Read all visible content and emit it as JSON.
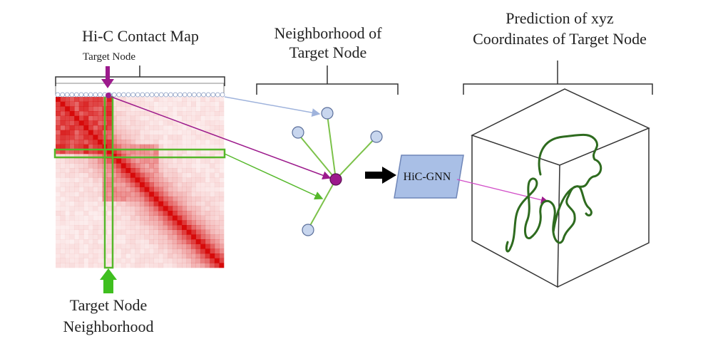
{
  "labels": {
    "contact_map_title": "Hi-C Contact Map",
    "target_node": "Target Node",
    "neighborhood_title_line1": "Neighborhood of",
    "neighborhood_title_line2": "Target Node",
    "prediction_title_line1": "Prediction of xyz",
    "prediction_title_line2": "Coordinates of Target Node",
    "bottom_label_line1": "Target Node",
    "bottom_label_line2": "Neighborhood",
    "model_box": "HiC-GNN"
  },
  "icons": [
    "down-arrow-icon",
    "up-arrow-icon",
    "right-arrow-icon"
  ],
  "colors": {
    "heatmap": "#d40000",
    "highlight_green": "#55b82a",
    "target_purple": "#9c1a8c",
    "node_blue": "#c8d6ee",
    "node_stroke": "#5a6e9a",
    "model_box": "#a9bfe6",
    "curve_green": "#2e6b1f"
  }
}
